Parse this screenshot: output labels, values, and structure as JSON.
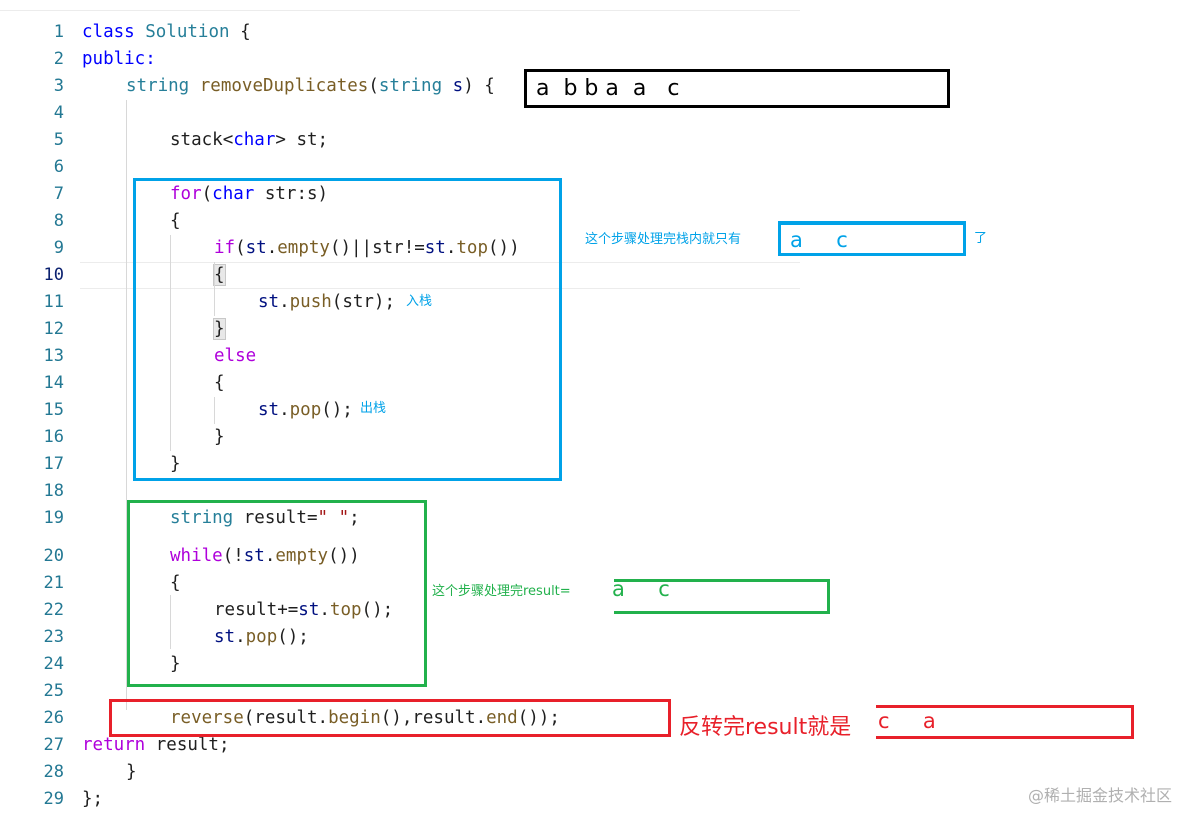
{
  "code_lines": [
    {
      "n": "1",
      "tokens": [
        {
          "t": "class",
          "c": "kw"
        },
        {
          "t": " "
        },
        {
          "t": "Solution",
          "c": "ty"
        },
        {
          "t": " {"
        }
      ]
    },
    {
      "n": "2",
      "tokens": [
        {
          "t": "public:",
          "c": "kw"
        }
      ]
    },
    {
      "n": "3",
      "tokens": [
        {
          "t": "string",
          "c": "ty"
        },
        {
          "t": " "
        },
        {
          "t": "removeDuplicates",
          "c": "fn"
        },
        {
          "t": "("
        },
        {
          "t": "string",
          "c": "ty"
        },
        {
          "t": " "
        },
        {
          "t": "s",
          "c": "vr"
        },
        {
          "t": ") {"
        }
      ]
    },
    {
      "n": "4",
      "tokens": []
    },
    {
      "n": "5",
      "tokens": [
        {
          "t": "stack"
        },
        {
          "t": "<"
        },
        {
          "t": "char",
          "c": "kw"
        },
        {
          "t": "> st;"
        }
      ]
    },
    {
      "n": "6",
      "tokens": []
    },
    {
      "n": "7",
      "tokens": [
        {
          "t": "for",
          "c": "ctl"
        },
        {
          "t": "("
        },
        {
          "t": "char",
          "c": "kw"
        },
        {
          "t": " str:s)"
        }
      ]
    },
    {
      "n": "8",
      "tokens": [
        {
          "t": "{"
        }
      ]
    },
    {
      "n": "9",
      "tokens": [
        {
          "t": "if",
          "c": "ctl"
        },
        {
          "t": "("
        },
        {
          "t": "st",
          "c": "vr"
        },
        {
          "t": "."
        },
        {
          "t": "empty",
          "c": "fn"
        },
        {
          "t": "()||str!="
        },
        {
          "t": "st",
          "c": "vr"
        },
        {
          "t": "."
        },
        {
          "t": "top",
          "c": "fn"
        },
        {
          "t": "())"
        }
      ]
    },
    {
      "n": "10",
      "tokens": [
        {
          "t": "{",
          "c": "hl"
        }
      ]
    },
    {
      "n": "11",
      "tokens": [
        {
          "t": "st",
          "c": "vr"
        },
        {
          "t": "."
        },
        {
          "t": "push",
          "c": "fn"
        },
        {
          "t": "(str);"
        }
      ]
    },
    {
      "n": "12",
      "tokens": [
        {
          "t": "}",
          "c": "hl"
        }
      ]
    },
    {
      "n": "13",
      "tokens": [
        {
          "t": "else",
          "c": "ctl"
        }
      ]
    },
    {
      "n": "14",
      "tokens": [
        {
          "t": "{"
        }
      ]
    },
    {
      "n": "15",
      "tokens": [
        {
          "t": "st",
          "c": "vr"
        },
        {
          "t": "."
        },
        {
          "t": "pop",
          "c": "fn"
        },
        {
          "t": "();"
        }
      ]
    },
    {
      "n": "16",
      "tokens": [
        {
          "t": "}"
        }
      ]
    },
    {
      "n": "17",
      "tokens": [
        {
          "t": "}"
        }
      ]
    },
    {
      "n": "18",
      "tokens": []
    },
    {
      "n": "19",
      "tokens": [
        {
          "t": "string",
          "c": "ty"
        },
        {
          "t": " result="
        },
        {
          "t": "\" \"",
          "c": "st"
        },
        {
          "t": ";"
        }
      ]
    },
    {
      "n": "20",
      "tokens": [
        {
          "t": "while",
          "c": "ctl"
        },
        {
          "t": "(!"
        },
        {
          "t": "st",
          "c": "vr"
        },
        {
          "t": "."
        },
        {
          "t": "empty",
          "c": "fn"
        },
        {
          "t": "())"
        }
      ]
    },
    {
      "n": "21",
      "tokens": [
        {
          "t": "{"
        }
      ]
    },
    {
      "n": "22",
      "tokens": [
        {
          "t": "result+="
        },
        {
          "t": "st",
          "c": "vr"
        },
        {
          "t": "."
        },
        {
          "t": "top",
          "c": "fn"
        },
        {
          "t": "();"
        }
      ]
    },
    {
      "n": "23",
      "tokens": [
        {
          "t": "st",
          "c": "vr"
        },
        {
          "t": "."
        },
        {
          "t": "pop",
          "c": "fn"
        },
        {
          "t": "();"
        }
      ]
    },
    {
      "n": "24",
      "tokens": [
        {
          "t": "}"
        }
      ]
    },
    {
      "n": "25",
      "tokens": []
    },
    {
      "n": "26",
      "tokens": [
        {
          "t": "reverse",
          "c": "fn"
        },
        {
          "t": "(result."
        },
        {
          "t": "begin",
          "c": "fn"
        },
        {
          "t": "(),result."
        },
        {
          "t": "end",
          "c": "fn"
        },
        {
          "t": "());"
        }
      ]
    },
    {
      "n": "27",
      "tokens": [
        {
          "t": "return",
          "c": "ctl"
        },
        {
          "t": " result;"
        }
      ]
    },
    {
      "n": "28",
      "tokens": [
        {
          "t": "}"
        }
      ]
    },
    {
      "n": "29",
      "tokens": [
        {
          "t": "};"
        }
      ]
    }
  ],
  "annotations": {
    "input_value": "a  b b a  a   c",
    "loop_note": "这个步骤处理完栈内就只有",
    "loop_value": "a     c",
    "loop_suffix": "了",
    "push_note": "入栈",
    "pop_note": "出栈",
    "result_note": "这个步骤处理完result=",
    "result_value": "a     c",
    "reverse_note": "反转完result就是",
    "reverse_value": "c     a"
  },
  "watermark": "@稀土掘金技术社区",
  "colors": {
    "black_box": "#000000",
    "blue_box": "#00a2e8",
    "green_box": "#22b14c",
    "red_box": "#e8202a",
    "line_number": "#237893"
  }
}
